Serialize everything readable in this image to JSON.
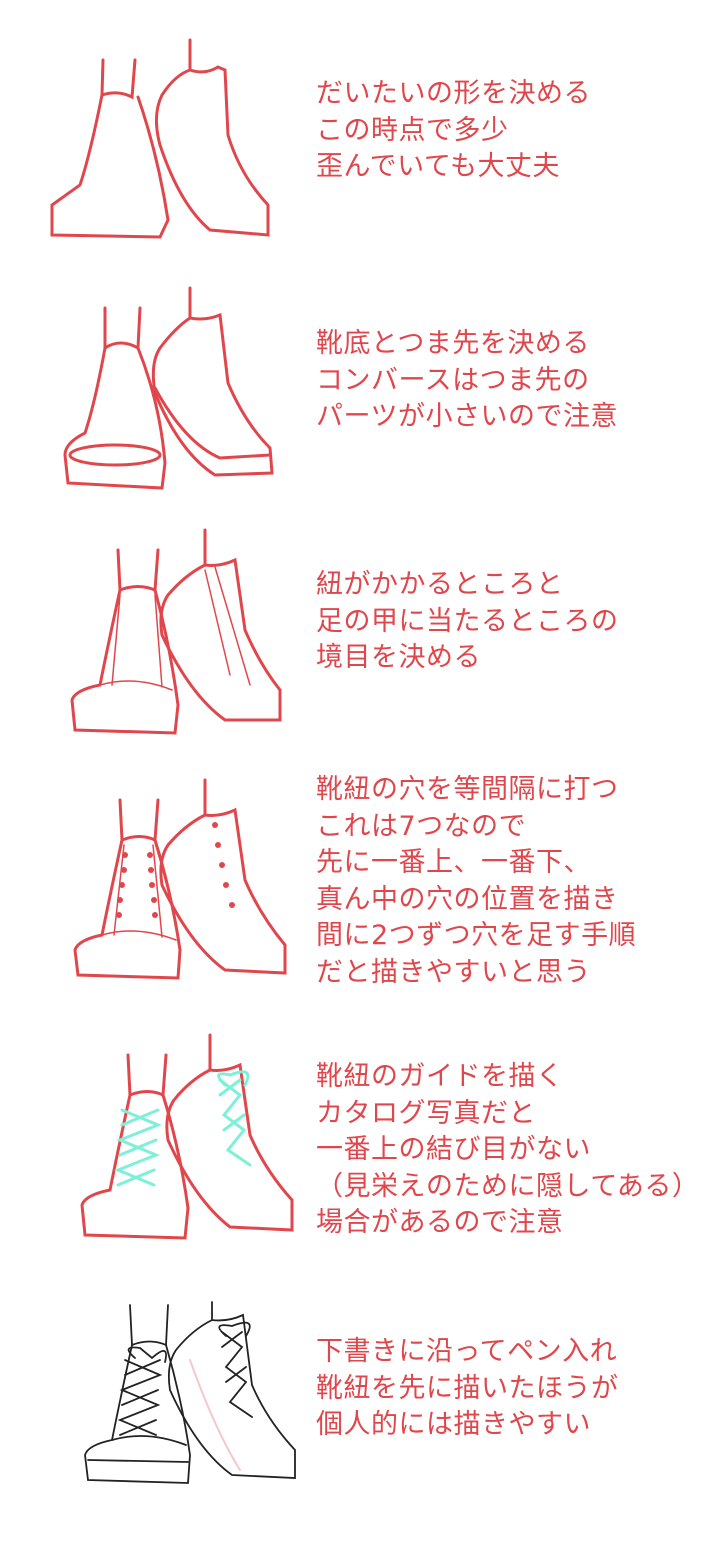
{
  "steps": [
    {
      "lines": [
        "だいたいの形を決める",
        "この時点で多少",
        "歪んでいても大丈夫"
      ]
    },
    {
      "lines": [
        "靴底とつま先を決める",
        "コンバースはつま先の",
        "パーツが小さいので注意"
      ]
    },
    {
      "lines": [
        "紐がかかるところと",
        "足の甲に当たるところの",
        "境目を決める"
      ]
    },
    {
      "lines": [
        "靴紐の穴を等間隔に打つ",
        "これは7つなので",
        "先に一番上、一番下、",
        "真ん中の穴の位置を描き",
        "間に2つずつ穴を足す手順",
        "だと描きやすいと思う"
      ]
    },
    {
      "lines": [
        "靴紐のガイドを描く",
        "カタログ写真だと",
        "一番上の結び目がない",
        "（見栄えのために隠してある）",
        "場合があるので注意"
      ]
    },
    {
      "lines": [
        "下書きに沿ってペン入れ",
        "靴紐を先に描いたほうが",
        "個人的には描きやすい"
      ]
    }
  ],
  "colors": {
    "sketch": "#e0474c",
    "guide": "#7ff0d8",
    "ink": "#222222"
  }
}
